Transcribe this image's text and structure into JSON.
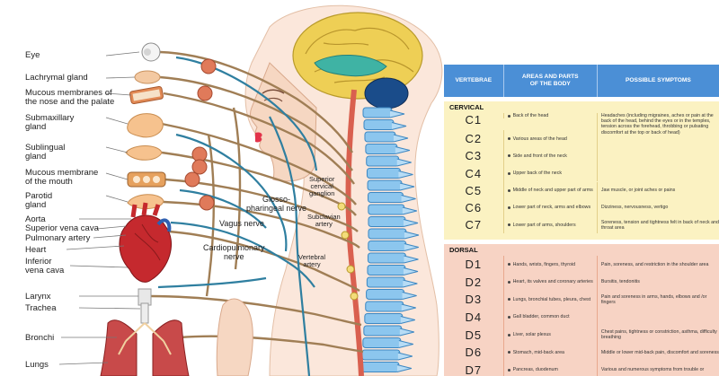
{
  "organ_labels": [
    "Eye",
    "Lachrymal gland",
    "Mucous membranes of\nthe nose and the palate",
    "Submaxillary\ngland",
    "Sublingual\ngland",
    "Mucous membrane\nof the mouth",
    "Parotid\ngland",
    "Aorta",
    "Superior vena cava",
    "Pulmonary artery",
    "Heart",
    "Inferior\nvena cava",
    "Larynx",
    "Trachea",
    "Bronchi",
    "Lungs"
  ],
  "nerve_labels": {
    "glosso": "Glosso-\npharingeal nerve",
    "vagus": "Vagus nerve",
    "cardio": "Cardiopulmonary\nnerve",
    "superior_ganglion": "Superior\ncervical\nganglion",
    "subclavian": "Subclavian\nartery",
    "vertebral": "Vertebral\nartery"
  },
  "table": {
    "headers": [
      "VERTEBRAE",
      "AREAS AND PARTS\nOF THE BODY",
      "POSSIBLE SYMPTOMS"
    ],
    "sections": [
      {
        "title": "CERVICAL",
        "rows": [
          {
            "v": "C1",
            "area": "Back of the head",
            "symptom": "Headaches (including migraines, aches or pain at the back of the head, behind the eyes or in the temples, tension across the forehead, throbbing or pulsating discomfort at the top or back of head)"
          },
          {
            "v": "C2",
            "area": "Various areas of the head",
            "symptom": ""
          },
          {
            "v": "C3",
            "area": "Side and front of the neck",
            "symptom": ""
          },
          {
            "v": "C4",
            "area": "Upper back of the neck",
            "symptom": ""
          },
          {
            "v": "C5",
            "area": "Middle of neck and upper part of arms",
            "symptom": "Jaw muscle, or joint aches or pains"
          },
          {
            "v": "C6",
            "area": "Lower part of neck, arms and elbows",
            "symptom": "Dizziness, nervousness, vertigo"
          },
          {
            "v": "C7",
            "area": "Lower part of arms, shoulders",
            "symptom": "Soreness, tension and tightness felt in back of neck and throat area"
          }
        ]
      },
      {
        "title": "DORSAL",
        "rows": [
          {
            "v": "D1",
            "area": "Hands, wrists, fingers, thyroid",
            "symptom": "Pain, soreness, and restriction in the shoulder area"
          },
          {
            "v": "D2",
            "area": "Heart, its valves and coronary arteries",
            "symptom": "Bursitis, tendonitis"
          },
          {
            "v": "D3",
            "area": "Lungs, bronchial tubes, pleura, chest",
            "symptom": "Pain and soreness in arms, hands, elbows and /or fingers"
          },
          {
            "v": "D4",
            "area": "Gall bladder, common duct",
            "symptom": ""
          },
          {
            "v": "D5",
            "area": "Liver, solar plexus",
            "symptom": "Chest pains, tightness or constriction, asthma, difficulty breathing"
          },
          {
            "v": "D6",
            "area": "Stomach, mid-back area",
            "symptom": "Middle or lower mid-back pain, discomfort and soreness"
          },
          {
            "v": "D7",
            "area": "Pancreas, duodenum",
            "symptom": "Various and numerous symptoms from trouble or"
          }
        ]
      }
    ]
  },
  "colors": {
    "nerve": "#9a7a52",
    "vessel": "#2f7fa0",
    "brain": "#e9c94a",
    "spine": "#6fb5e6",
    "skin": "#f6d7c2",
    "header": "#4b8fd6",
    "cervical_bg": "#fbf2c2",
    "dorsal_bg": "#f7d3c4"
  }
}
